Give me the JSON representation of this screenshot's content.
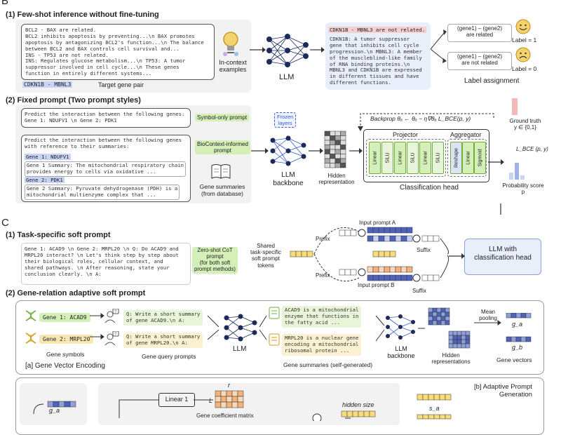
{
  "section_b": {
    "letter": "B",
    "part1_title": "(1) Few-shot inference without fine-tuning",
    "examples_text": "BCL2 - BAX are related.\nBCL2 inhibits apoptosis by preventing...\\n BAX promotes\napoptosis by antagonizing BCL2's function...\\n The balance\nbetween BCL2 and BAX controls cell survival and...\nINS - TP53 are not related.\nINS: Regulates glucose metabolism...\\n TP53: A tumor\nsuppressor involved in cell cycle...\\n These genes\nfunction in entirely different systems...",
    "target_pair": "CDKN1B - MBNL3",
    "target_label": "Target gene pair",
    "incontext_label": "In-context\nexamples",
    "llm_label": "LLM",
    "output_title": "CDKN1B - MBNL3 are not related.",
    "output_text": "CDKN1B: A tumor suppressor\ngene that inhibits cell cycle\nprogression.\\n MBNL3: A member\nof the muscleblind-like family\nof RNA binding proteins.\\n\nMBNL3 and CDKN1B are expressed\nin different tissues and have\ndifferent functions.",
    "label_related": "(gene1) – (gene2)\nare related",
    "label_related_value": "Label = 1",
    "label_not_related": "(gene1) – (gene2)\nare not related",
    "label_not_related_value": "Label = 0",
    "label_assignment": "Label assignment",
    "part2_title": "(2) Fixed prompt (Two prompt styles)",
    "symbol_prompt_text": "Predict the interaction between the following genes:\nGene 1: NDUFV1 \\n Gene 2: PDK1",
    "symbol_prompt_tag": "Symbol-only prompt",
    "bio_prompt_text": "Predict the interaction between the following genes\nwith reference to their summaries:",
    "bio_prompt_tag": "BioContext-informed\nprompt",
    "bio_gene1": "Gene 1: NDUFV1",
    "bio_gene1_summary": "Gene 1 Summary: The mitochondrial respiratory chain\nprovides energy to cells via oxidative ...",
    "bio_gene2": "Gene 2: PDK1",
    "bio_gene2_summary": "Gene 2 Summary: Pyruvate dehydrogenase (PDH) is a\nmitochondrial multienzyme complex that ...",
    "gene_summaries_label": "Gene summaries\n(from database)",
    "frozen_layers": "Frozen\nlayers",
    "llm_backbone": "LLM\nbackbone",
    "hidden_representation": "Hidden\nrepresentation",
    "backprop": "Backprop  θₐ ← θₐ − η∇θₐ L_BCE(p, y)",
    "projector": "Projector",
    "aggregator": "Aggregator",
    "projector_layers": [
      "Linear",
      "SiLU",
      "Linear",
      "SiLU",
      "Linear",
      "SiLU"
    ],
    "aggregator_layers": [
      "Reshape",
      "Linear",
      "Sigmoid"
    ],
    "classification_head": "Classification head",
    "ground_truth": "Ground truth\ny ∈ {0,1}",
    "loss": "L_BCE (p, y)",
    "probability_score": "Probability score\np"
  },
  "section_c": {
    "letter": "C",
    "part1_title": "(1) Task-specific soft prompt",
    "cot_text": "Gene 1: ACAD9 \\n Gene 2: MRPL20 \\n Q: Do ACAD9 and\nMRPL20 interact? \\n Let's think step by step about\ntheir biological roles, cellular context, and\nshared pathways. \\n After reasoning, state your\nconclusion clearly. \\n A:",
    "cot_tag": "Zero-shot CoT\nprompt\n(for both soft\nprompt methods)",
    "shared_tokens": "Shared\ntask-specific\nsoft prompt\ntokens",
    "input_prompt_a": "Input prompt A",
    "input_prompt_b": "Input prompt B",
    "prefix": "Prefix",
    "suffix": "Suffix",
    "llm_with_head": "LLM with\nclassification head",
    "part2_title": "(2) Gene-relation adaptive soft prompt",
    "gene1": "Gene 1: ACAD9",
    "gene2": "Gene 2: MRPL20",
    "gene_symbols": "Gene symbols",
    "query1": "Q: Write a short summary\nof gene ACAD9.\\n A:",
    "query2": "Q: Write a short summary\nof gene MRPL20.\\n A:",
    "gene_query_prompts": "Gene query prompts",
    "llm": "LLM",
    "summary1": "ACAD9 is a mitochondrial\nenzyme that functions in\nthe fatty acid ...",
    "summary2": "MRPL20 is a nuclear gene\nencoding a mitochondrial\nribosomal protein ...",
    "gene_summaries_self": "Gene summaries (self-generated)",
    "llm_backbone": "LLM\nbackbone",
    "hidden_representations": "Hidden\nrepresentations",
    "mean_pooling": "Mean\npooling",
    "ga": "g_a",
    "gb": "g_b",
    "gene_vectors": "Gene vectors",
    "encoding_label": "[a] Gene Vector Encoding",
    "linear1": "Linear 1",
    "r_label": "r",
    "L_label": "L",
    "coef_matrix": "Gene coefficient matrix",
    "hidden_size": "hidden size",
    "sa": "s_a",
    "adaptive_gen": "[b] Adaptive Prompt\nGeneration"
  },
  "colors": {
    "panel": "#f2f2f2",
    "blue_cell": "#4f63b8",
    "light_blue": "#c8d4f5",
    "green": "#d5efb9",
    "pink": "#f6cfcf",
    "yellow": "#f7dc7a",
    "orange": "#f4b27a",
    "node": "#1c2a5c"
  },
  "icons": [
    "lightbulb-icon",
    "happy-face-icon",
    "sad-face-icon",
    "neural-network-icon",
    "book-icon",
    "dna-icon",
    "person-question-icon",
    "document-icon"
  ]
}
